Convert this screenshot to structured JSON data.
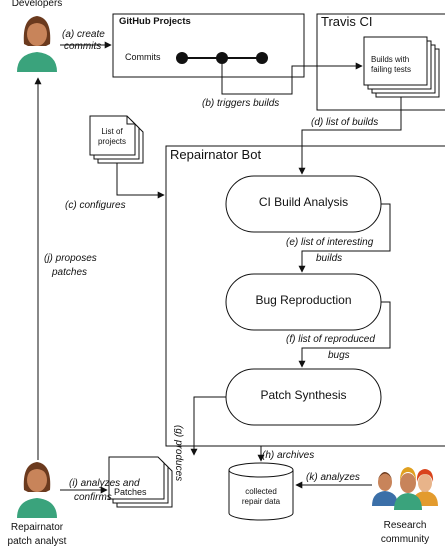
{
  "actors": {
    "developers": "Developers",
    "analyst_line1": "Repairnator",
    "analyst_line2": "patch analyst",
    "research_line1": "Research",
    "research_line2": "community"
  },
  "boxes": {
    "github": {
      "title": "GitHub Projects",
      "commits_label": "Commits"
    },
    "travis": {
      "title": "Travis CI",
      "builds_line1": "Builds with",
      "builds_line2": "failing tests"
    },
    "projects_doc": {
      "line1": "List of",
      "line2": "projects"
    },
    "repairnator": {
      "title": "Repairnator Bot"
    },
    "ci_analysis": "CI Build Analysis",
    "bug_repro": "Bug Reproduction",
    "patch_synthesis": "Patch Synthesis",
    "patches": "Patches",
    "repair_data_line1": "collected",
    "repair_data_line2": "repair data"
  },
  "edges": {
    "a1": "(a) create",
    "a2": "commits",
    "b": "(b) triggers builds",
    "c": "(c) configures",
    "d": "(d) list of builds",
    "e1": "(e) list of interesting",
    "e2": "builds",
    "f1": "(f) list of reproduced",
    "f2": "bugs",
    "g": "(g) produces",
    "h": "(h) archives",
    "i1": "(i) analyzes and",
    "i2": "confirms",
    "j1": "(j) proposes",
    "j2": "patches",
    "k": "(k) analyzes"
  },
  "colors": {
    "skin": "#c8845a",
    "hair_dark": "#6b3a1e",
    "hair_red": "#d9441c",
    "shirt_teal": "#3aa37c",
    "shirt_blue": "#3b6fa8",
    "shirt_orange": "#e39b2e",
    "hair_gold": "#e0a020"
  }
}
